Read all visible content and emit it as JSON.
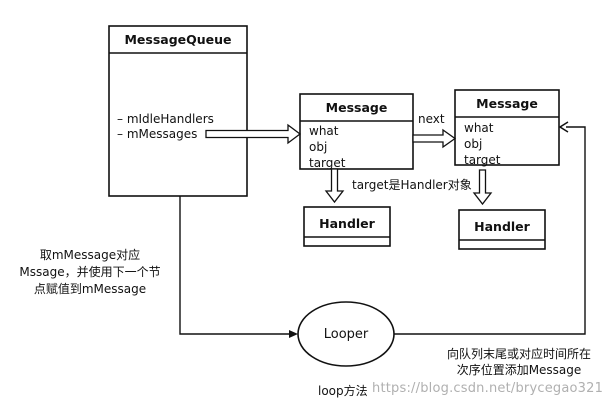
{
  "message_queue": {
    "title": "MessageQueue",
    "fields": [
      "– mIdleHandlers",
      "– mMessages"
    ]
  },
  "messages": [
    {
      "title": "Message",
      "fields": [
        "what",
        "obj",
        "target"
      ]
    },
    {
      "title": "Message",
      "fields": [
        "what",
        "obj",
        "target"
      ]
    }
  ],
  "handlers": [
    "Handler",
    "Handler"
  ],
  "looper": {
    "label": "Looper"
  },
  "labels": {
    "next": "next",
    "target_is_handler": "target是Handler对象",
    "fetch_message_lines": [
      "取mMessage对应",
      "Mssage，并使用下一个节",
      "点赋值到mMessage"
    ],
    "enqueue_lines": [
      "向队列末尾或对应时间所在",
      "次序位置添加Message"
    ],
    "loop_method": "loop方法"
  },
  "watermark": "https://blog.csdn.net/brycegao321",
  "colors": {
    "line": "#111111",
    "fill": "#ffffff",
    "watermark": "#b0b0b0"
  }
}
